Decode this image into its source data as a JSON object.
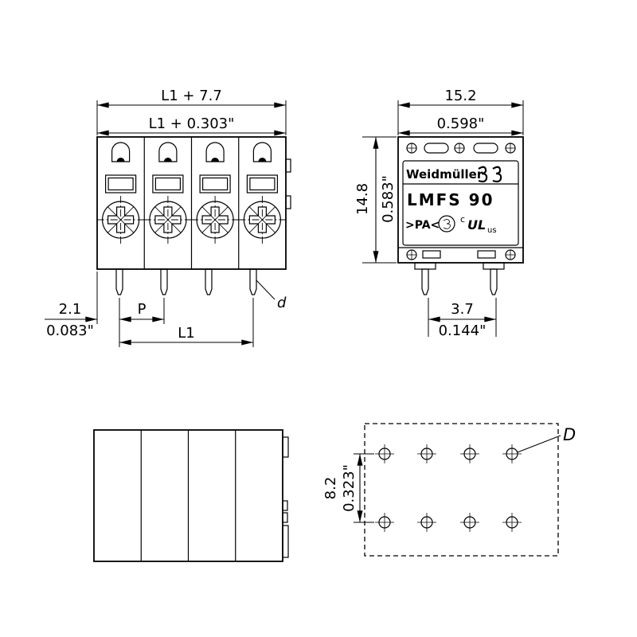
{
  "drawing": {
    "front": {
      "dim_width_mm": "L1 + 7.7",
      "dim_width_in": "L1 + 0.303\"",
      "dim_edge_mm": "2.1",
      "dim_edge_in": "0.083\"",
      "pitch_label": "P",
      "length_label": "L1",
      "pin_diameter_label": "d"
    },
    "side": {
      "dim_width_mm": "15.2",
      "dim_width_in": "0.598\"",
      "dim_height_mm": "14.8",
      "dim_height_in": "0.583\"",
      "dim_pin_mm": "3.7",
      "dim_pin_in": "0.144\"",
      "brand": "Weidmüller",
      "model": "LMFS 90",
      "material_marking": ">PA<",
      "ul_prefix": "c",
      "ul_text": "UL",
      "ul_suffix": "us"
    },
    "footprint": {
      "dim_row_spacing_mm": "8.2",
      "dim_row_spacing_in": "0.323\"",
      "hole_diameter_label": "D"
    },
    "colors": {
      "ink": "#000000",
      "paper": "#ffffff"
    }
  }
}
